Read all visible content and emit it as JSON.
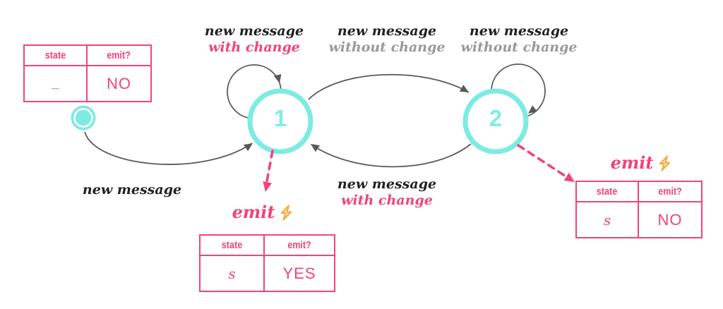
{
  "diagram_type": "state-machine",
  "colors": {
    "accent_pink": "#F0437E",
    "state_cyan": "#7DEBE2",
    "arrow_grey": "#58595B",
    "muted_text_grey": "#97999B",
    "label_black": "#212121",
    "bolt_yellow": "#F5A937"
  },
  "states": {
    "s1": "1",
    "s2": "2"
  },
  "labels": {
    "loop1": {
      "line1": "new message",
      "line2": "with change"
    },
    "top_mid": {
      "line1": "new message",
      "line2": "without change"
    },
    "loop2": {
      "line1": "new message",
      "line2": "without change"
    },
    "start": {
      "line1": "new message"
    },
    "bottom_mid": {
      "line1": "new message",
      "line2": "with change"
    }
  },
  "emit": {
    "left": "emit",
    "right": "emit"
  },
  "tables": {
    "initial": {
      "headers": [
        "state",
        "emit?"
      ],
      "row": [
        "_",
        "NO"
      ]
    },
    "state1": {
      "headers": [
        "state",
        "emit?"
      ],
      "row": [
        "s",
        "YES"
      ]
    },
    "state2": {
      "headers": [
        "state",
        "emit?"
      ],
      "row": [
        "s",
        "NO"
      ]
    }
  }
}
